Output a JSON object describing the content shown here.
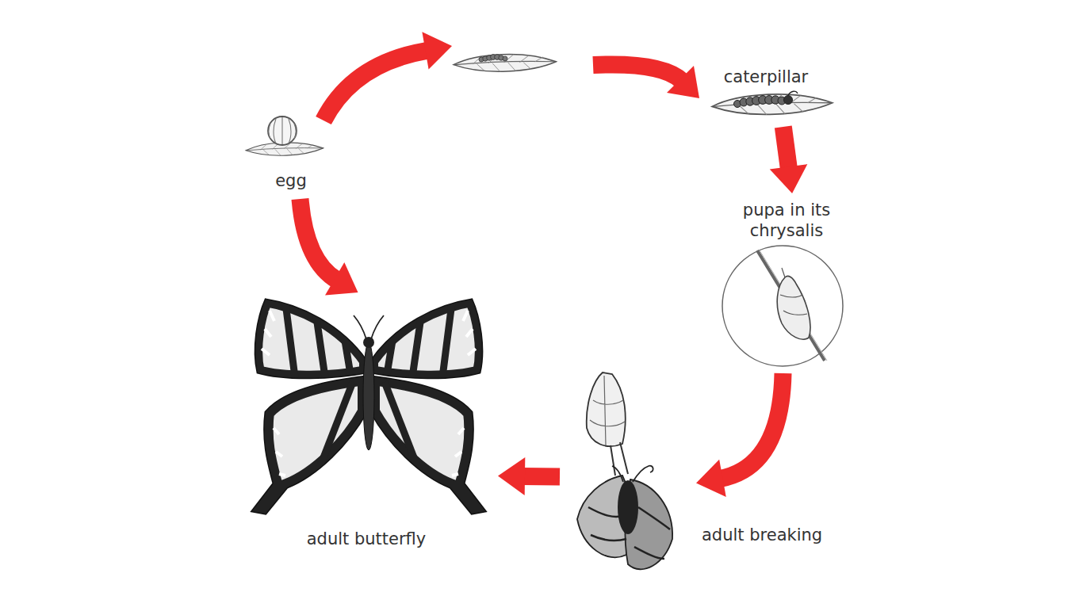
{
  "diagram": {
    "nodes": [
      {
        "text": [
          "egg"
        ]
      },
      {
        "text": [
          "caterpillar"
        ]
      },
      {
        "text": [
          "pupa in its chrysalis"
        ]
      },
      {
        "text": [
          "adult breaking"
        ]
      },
      {
        "text": [
          "adult butterfly"
        ]
      }
    ],
    "edges": [
      {
        "from": 1,
        "to": 2,
        "arrow": "to"
      },
      {
        "from": 2,
        "to": 3,
        "arrow": "to"
      },
      {
        "from": 3,
        "to": 4,
        "arrow": "to"
      },
      {
        "from": 0,
        "to": 4,
        "arrow": "to"
      }
    ]
  }
}
